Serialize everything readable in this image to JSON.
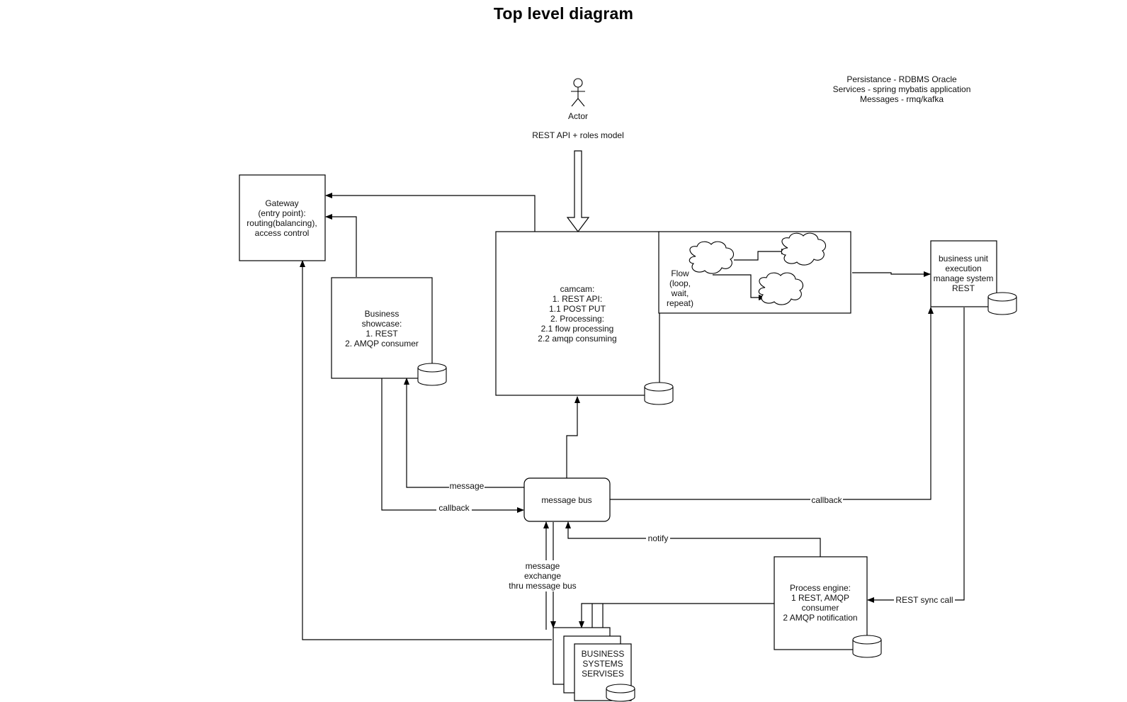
{
  "diagram": {
    "title": "Top level diagram",
    "notes": [
      "Persistance - RDBMS Oracle",
      "Services - spring mybatis application",
      "Messages - rmq/kafka"
    ],
    "actor": {
      "label": "Actor",
      "api_label": "REST API + roles model"
    },
    "nodes": {
      "gateway": {
        "lines": [
          "Gateway",
          "(entry point):",
          "routing(balancing),",
          "access control"
        ]
      },
      "showcase": {
        "lines": [
          "Business",
          "showcase:",
          "1. REST",
          "2. AMQP consumer"
        ]
      },
      "camcam": {
        "lines": [
          "camcam:",
          "1. REST API:",
          "1.1 POST PUT",
          "2. Processing:",
          "2.1 flow processing",
          "2.2 amqp consuming"
        ]
      },
      "flow": {
        "lines": [
          "Flow",
          "(loop,",
          "wait,",
          "repeat)"
        ]
      },
      "business_unit": {
        "lines": [
          "business unit",
          "execution",
          "manage system",
          "REST"
        ]
      },
      "message_bus": {
        "lines": [
          "message bus"
        ]
      },
      "process_engine": {
        "lines": [
          "Process engine:",
          "1 REST, AMQP",
          "consumer",
          "2 AMQP notification"
        ]
      },
      "business_systems": {
        "lines": [
          "BUSINESS",
          "SYSTEMS",
          "SERVISES"
        ]
      }
    },
    "edges": {
      "message": "message",
      "callback_left": "callback",
      "callback_right": "callback",
      "notify": "notify",
      "exchange": [
        "message",
        "exchange",
        "thru message bus"
      ],
      "rest_sync": "REST sync call"
    }
  }
}
